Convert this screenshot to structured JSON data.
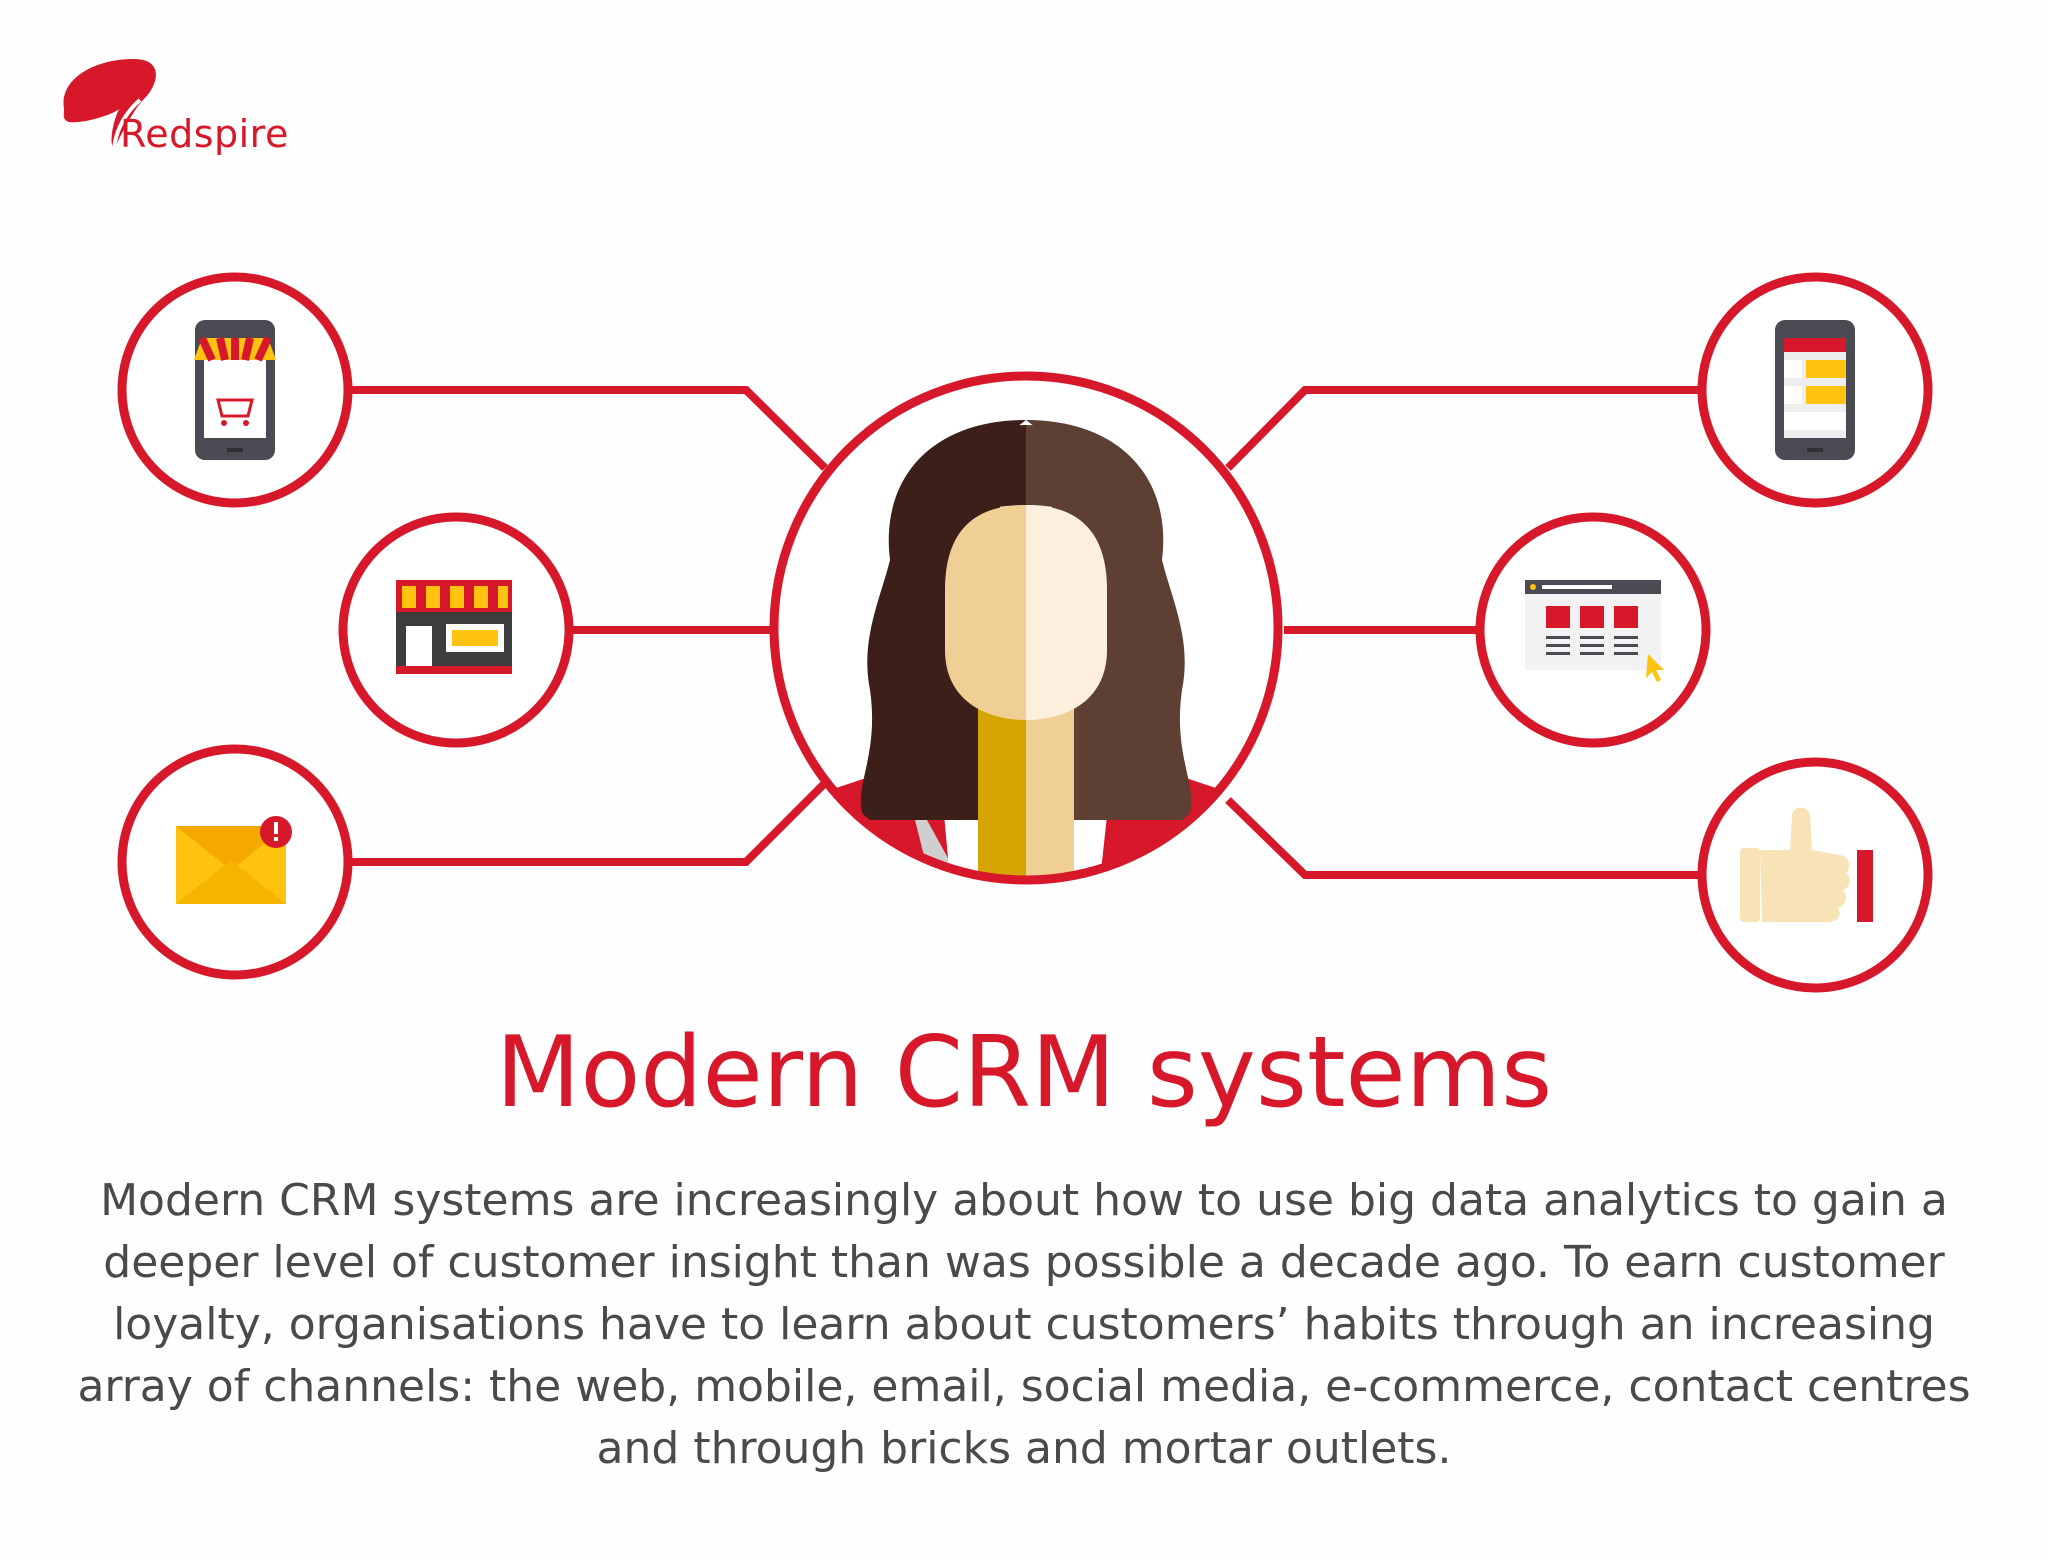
{
  "brand": {
    "name": "Redspire",
    "accent_color": "#d7182a"
  },
  "diagram": {
    "center_icon": "customer-woman-icon",
    "channel_icons": [
      "mobile-shop-icon",
      "store-front-icon",
      "email-notification-icon",
      "mobile-app-icon",
      "website-icon",
      "thumbs-up-icon"
    ]
  },
  "heading": "Modern CRM systems",
  "description": "Modern CRM systems are increasingly about how to use big data analytics to gain a deeper level of customer insight than was possible a decade ago. To earn customer loyalty, organisations have to learn about customers’ habits through an increasing array of channels: the web, mobile, email, social media, e-commerce, contact centres and through bricks and mortar outlets."
}
